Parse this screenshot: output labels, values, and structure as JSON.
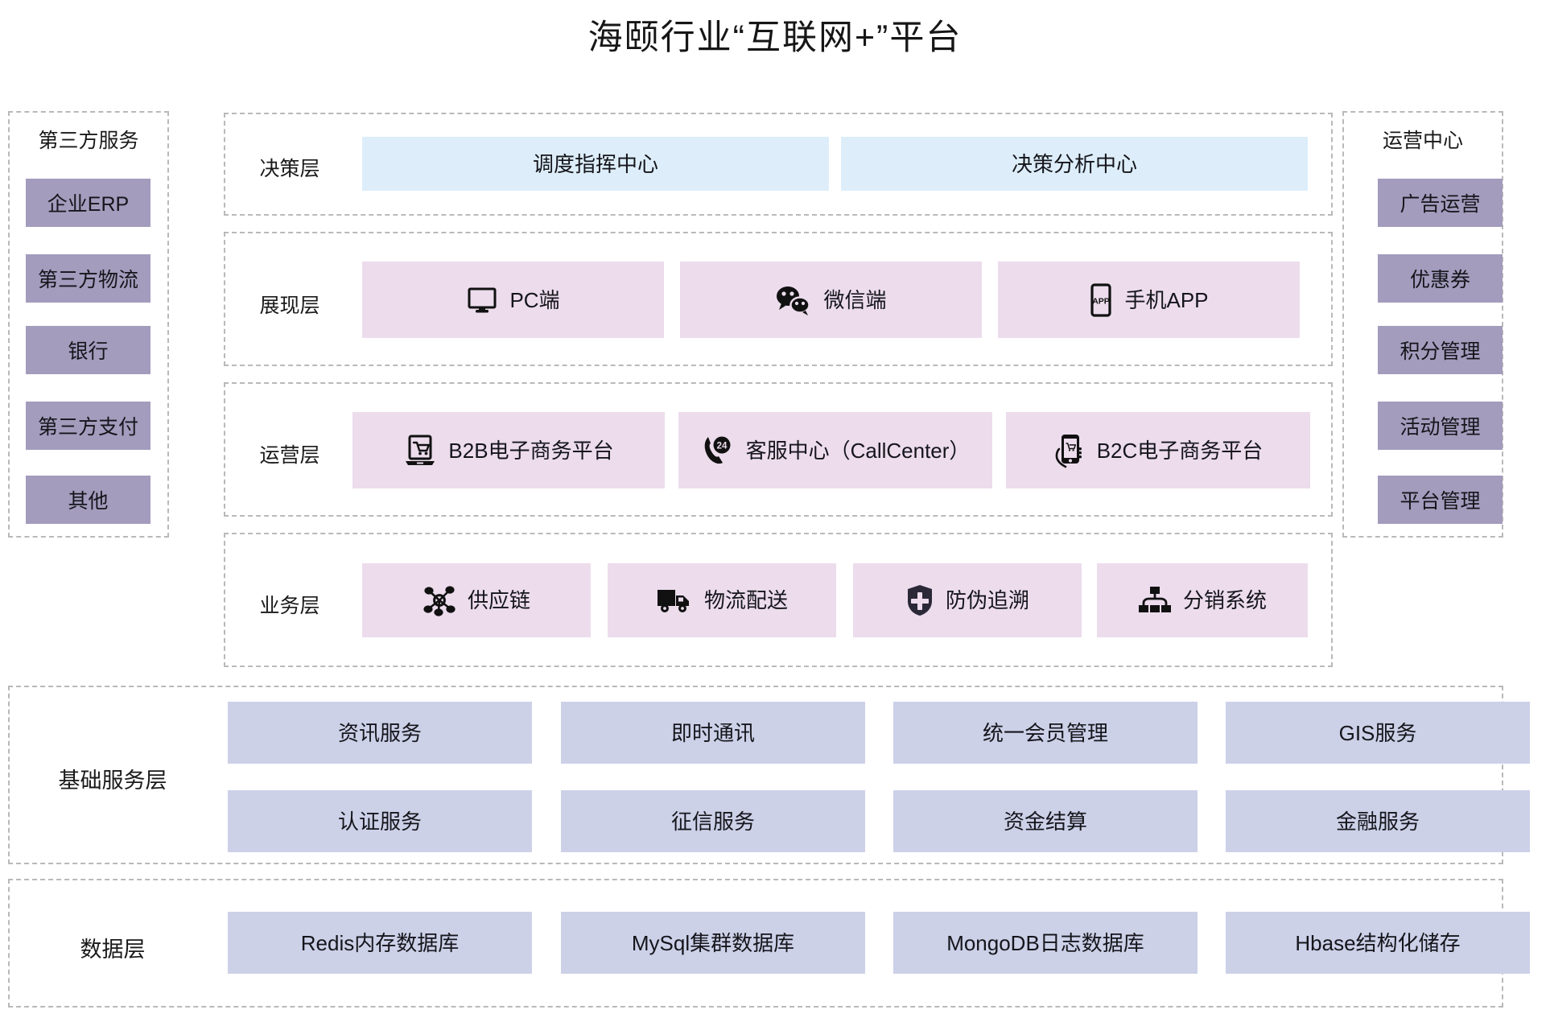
{
  "title": "海颐行业“互联网+”平台",
  "left_panel": {
    "title": "第三方服务",
    "items": [
      {
        "label": "企业ERP"
      },
      {
        "label": "第三方物流"
      },
      {
        "label": "银行"
      },
      {
        "label": "第三方支付"
      },
      {
        "label": "其他"
      }
    ]
  },
  "right_panel": {
    "title": "运营中心",
    "items": [
      {
        "label": "广告运营"
      },
      {
        "label": "优惠券"
      },
      {
        "label": "积分管理"
      },
      {
        "label": "活动管理"
      },
      {
        "label": "平台管理"
      }
    ]
  },
  "layers": [
    {
      "label": "决策层",
      "color": "blue",
      "items": [
        {
          "label": "调度指挥中心",
          "icon": "none"
        },
        {
          "label": "决策分析中心",
          "icon": "none"
        }
      ]
    },
    {
      "label": "展现层",
      "color": "pink",
      "items": [
        {
          "label": "PC端",
          "icon": "monitor-icon"
        },
        {
          "label": "微信端",
          "icon": "wechat-icon"
        },
        {
          "label": "手机APP",
          "icon": "mobile-app-icon"
        }
      ]
    },
    {
      "label": "运营层",
      "color": "pink",
      "items": [
        {
          "label": "B2B电子商务平台",
          "icon": "laptop-cart-icon"
        },
        {
          "label": "客服中心（CallCenter）",
          "icon": "phone-24-icon"
        },
        {
          "label": "B2C电子商务平台",
          "icon": "hand-phone-cart-icon"
        }
      ]
    },
    {
      "label": "业务层",
      "color": "pink",
      "items": [
        {
          "label": "供应链",
          "icon": "network-nodes-icon"
        },
        {
          "label": "物流配送",
          "icon": "truck-icon"
        },
        {
          "label": "防伪追溯",
          "icon": "shield-plus-icon"
        },
        {
          "label": "分销系统",
          "icon": "hierarchy-icon"
        }
      ]
    }
  ],
  "base_service_layer": {
    "label": "基础服务层",
    "rows": [
      [
        {
          "label": "资讯服务"
        },
        {
          "label": "即时通讯"
        },
        {
          "label": "统一会员管理"
        },
        {
          "label": "GIS服务"
        }
      ],
      [
        {
          "label": "认证服务"
        },
        {
          "label": "征信服务"
        },
        {
          "label": "资金结算"
        },
        {
          "label": "金融服务"
        }
      ]
    ]
  },
  "data_layer": {
    "label": "数据层",
    "items": [
      {
        "label": "Redis内存数据库"
      },
      {
        "label": "MySql集群数据库"
      },
      {
        "label": "MongoDB日志数据库"
      },
      {
        "label": "Hbase结构化储存"
      }
    ]
  },
  "colors": {
    "blue_tile": "#ddeefa",
    "pink_tile": "#ecdcec",
    "violet_tile": "#ccd1e8",
    "side_tile": "#a39cbd",
    "dashed_border": "#b9b9b9",
    "background": "#ffffff",
    "text": "#15151b"
  }
}
